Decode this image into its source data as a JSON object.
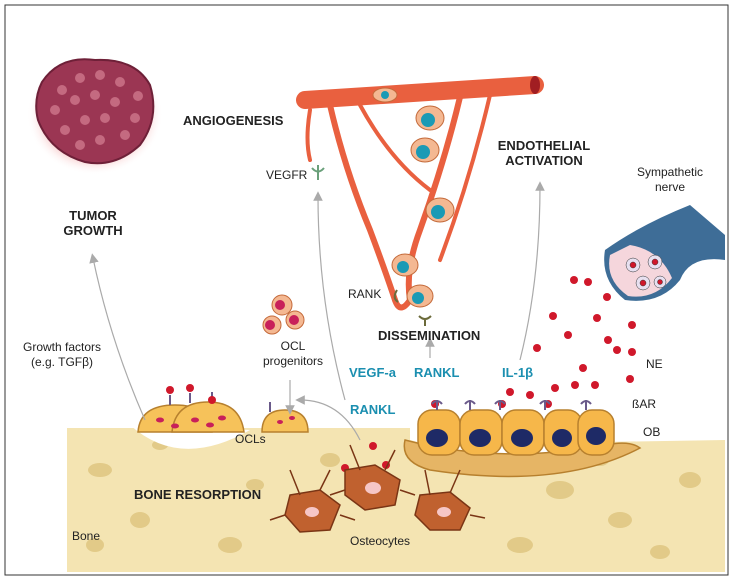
{
  "labels": {
    "tumor_growth_line1": "TUMOR",
    "tumor_growth_line2": "GROWTH",
    "angiogenesis": "ANGIOGENESIS",
    "vegfr": "VEGFR",
    "endothelial_line1": "ENDOTHELIAL",
    "endothelial_line2": "ACTIVATION",
    "sympathetic_line1": "Sympathetic",
    "sympathetic_line2": "nerve",
    "rank": "RANK",
    "dissemination": "DISSEMINATION",
    "ocl_line1": "OCL",
    "ocl_line2": "progenitors",
    "growth_factors_line1": "Growth factors",
    "growth_factors_line2": "(e.g. TGFβ)",
    "vegf_a": "VEGF-a",
    "rankl_center": "RANKL",
    "il1b": "IL-1β",
    "rankl_lower": "RANKL",
    "ne": "NE",
    "bar": "ßAR",
    "ob": "OB",
    "ocls": "OCLs",
    "bone_resorption": "BONE RESORPTION",
    "bone": "Bone",
    "osteocytes": "Osteocytes"
  },
  "colors": {
    "teal_label": "#1b8fb0",
    "bone": "#f3e3b0",
    "vessel": "#e9603f",
    "tumor": "#9b3653",
    "ne_molecule": "#d0182b",
    "nerve": "#3e6d97"
  }
}
